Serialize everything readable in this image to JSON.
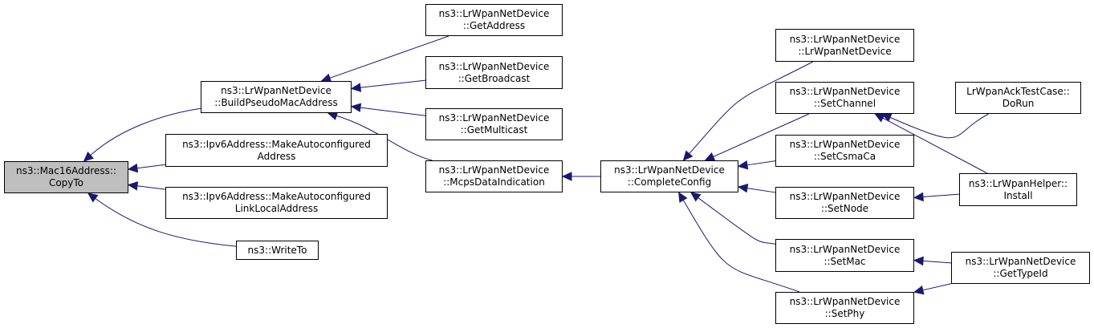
{
  "colors": {
    "edge": "#191970",
    "focus_fill": "#bfbfbf",
    "node_border": "#000000"
  },
  "nodes": {
    "copyto": {
      "line1": "ns3::Mac16Address::",
      "line2": "CopyTo"
    },
    "buildpseudo": {
      "line1": "ns3::LrWpanNetDevice",
      "line2": "::BuildPseudoMacAddress"
    },
    "makeauto": {
      "line1": "ns3::Ipv6Address::MakeAutoconfigured",
      "line2": "Address"
    },
    "makeautoll": {
      "line1": "ns3::Ipv6Address::MakeAutoconfigured",
      "line2": "LinkLocalAddress"
    },
    "writeto": {
      "line1": "ns3::WriteTo"
    },
    "getaddress": {
      "line1": "ns3::LrWpanNetDevice",
      "line2": "::GetAddress"
    },
    "getbroadcast": {
      "line1": "ns3::LrWpanNetDevice",
      "line2": "::GetBroadcast"
    },
    "getmulticast": {
      "line1": "ns3::LrWpanNetDevice",
      "line2": "::GetMulticast"
    },
    "mcpsdata": {
      "line1": "ns3::LrWpanNetDevice",
      "line2": "::McpsDataIndication"
    },
    "completecfg": {
      "line1": "ns3::LrWpanNetDevice",
      "line2": "::CompleteConfig"
    },
    "ctor": {
      "line1": "ns3::LrWpanNetDevice",
      "line2": "::LrWpanNetDevice"
    },
    "setchannel": {
      "line1": "ns3::LrWpanNetDevice",
      "line2": "::SetChannel"
    },
    "setcsmaca": {
      "line1": "ns3::LrWpanNetDevice",
      "line2": "::SetCsmaCa"
    },
    "setnode": {
      "line1": "ns3::LrWpanNetDevice",
      "line2": "::SetNode"
    },
    "setmac": {
      "line1": "ns3::LrWpanNetDevice",
      "line2": "::SetMac"
    },
    "setphy": {
      "line1": "ns3::LrWpanNetDevice",
      "line2": "::SetPhy"
    },
    "ackdorun": {
      "line1": "LrWpanAckTestCase::",
      "line2": "DoRun"
    },
    "install": {
      "line1": "ns3::LrWpanHelper::",
      "line2": "Install"
    },
    "gettypeid": {
      "line1": "ns3::LrWpanNetDevice",
      "line2": "::GetTypeId"
    }
  },
  "edges": [
    [
      "buildpseudo",
      "copyto"
    ],
    [
      "makeauto",
      "copyto"
    ],
    [
      "makeautoll",
      "copyto"
    ],
    [
      "writeto",
      "copyto"
    ],
    [
      "getaddress",
      "buildpseudo"
    ],
    [
      "getbroadcast",
      "buildpseudo"
    ],
    [
      "getmulticast",
      "buildpseudo"
    ],
    [
      "mcpsdata",
      "buildpseudo"
    ],
    [
      "completecfg",
      "mcpsdata"
    ],
    [
      "ctor",
      "completecfg"
    ],
    [
      "setchannel",
      "completecfg"
    ],
    [
      "setcsmaca",
      "completecfg"
    ],
    [
      "setnode",
      "completecfg"
    ],
    [
      "setmac",
      "completecfg"
    ],
    [
      "setphy",
      "completecfg"
    ],
    [
      "ackdorun",
      "setchannel"
    ],
    [
      "install",
      "setchannel"
    ],
    [
      "install",
      "setnode"
    ],
    [
      "gettypeid",
      "setmac"
    ],
    [
      "gettypeid",
      "setphy"
    ]
  ]
}
